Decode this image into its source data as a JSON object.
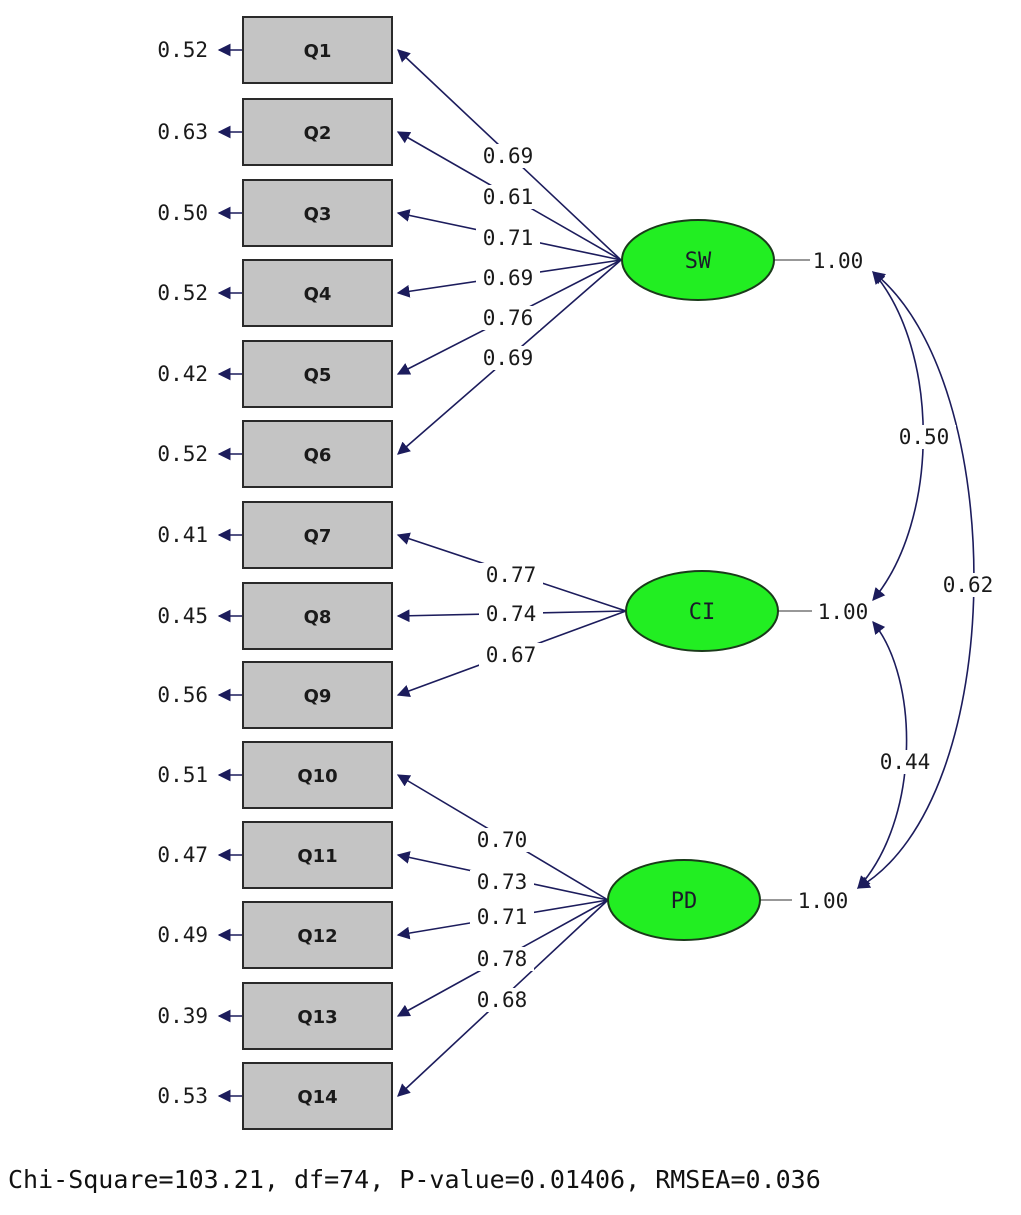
{
  "colors": {
    "indicator_fill": "#c4c4c4",
    "latent_fill": "#22ee22",
    "path_color": "#1c1c5c"
  },
  "indicators": [
    {
      "name": "Q1",
      "error_variance": "0.52"
    },
    {
      "name": "Q2",
      "error_variance": "0.63"
    },
    {
      "name": "Q3",
      "error_variance": "0.50"
    },
    {
      "name": "Q4",
      "error_variance": "0.52"
    },
    {
      "name": "Q5",
      "error_variance": "0.42"
    },
    {
      "name": "Q6",
      "error_variance": "0.52"
    },
    {
      "name": "Q7",
      "error_variance": "0.41"
    },
    {
      "name": "Q8",
      "error_variance": "0.45"
    },
    {
      "name": "Q9",
      "error_variance": "0.56"
    },
    {
      "name": "Q10",
      "error_variance": "0.51"
    },
    {
      "name": "Q11",
      "error_variance": "0.47"
    },
    {
      "name": "Q12",
      "error_variance": "0.49"
    },
    {
      "name": "Q13",
      "error_variance": "0.39"
    },
    {
      "name": "Q14",
      "error_variance": "0.53"
    }
  ],
  "latents": [
    {
      "name": "SW",
      "variance": "1.00",
      "indicators": [
        0,
        1,
        2,
        3,
        4,
        5
      ],
      "loadings": [
        "0.69",
        "0.61",
        "0.71",
        "0.69",
        "0.76",
        "0.69"
      ]
    },
    {
      "name": "CI",
      "variance": "1.00",
      "indicators": [
        6,
        7,
        8
      ],
      "loadings": [
        "0.77",
        "0.74",
        "0.67"
      ]
    },
    {
      "name": "PD",
      "variance": "1.00",
      "indicators": [
        9,
        10,
        11,
        12,
        13
      ],
      "loadings": [
        "0.70",
        "0.73",
        "0.71",
        "0.78",
        "0.68"
      ]
    }
  ],
  "correlations": [
    {
      "from": "SW",
      "to": "CI",
      "value": "0.50"
    },
    {
      "from": "CI",
      "to": "PD",
      "value": "0.44"
    },
    {
      "from": "SW",
      "to": "PD",
      "value": "0.62"
    }
  ],
  "fit_statistics": "Chi-Square=103.21, df=74, P-value=0.01406, RMSEA=0.036"
}
